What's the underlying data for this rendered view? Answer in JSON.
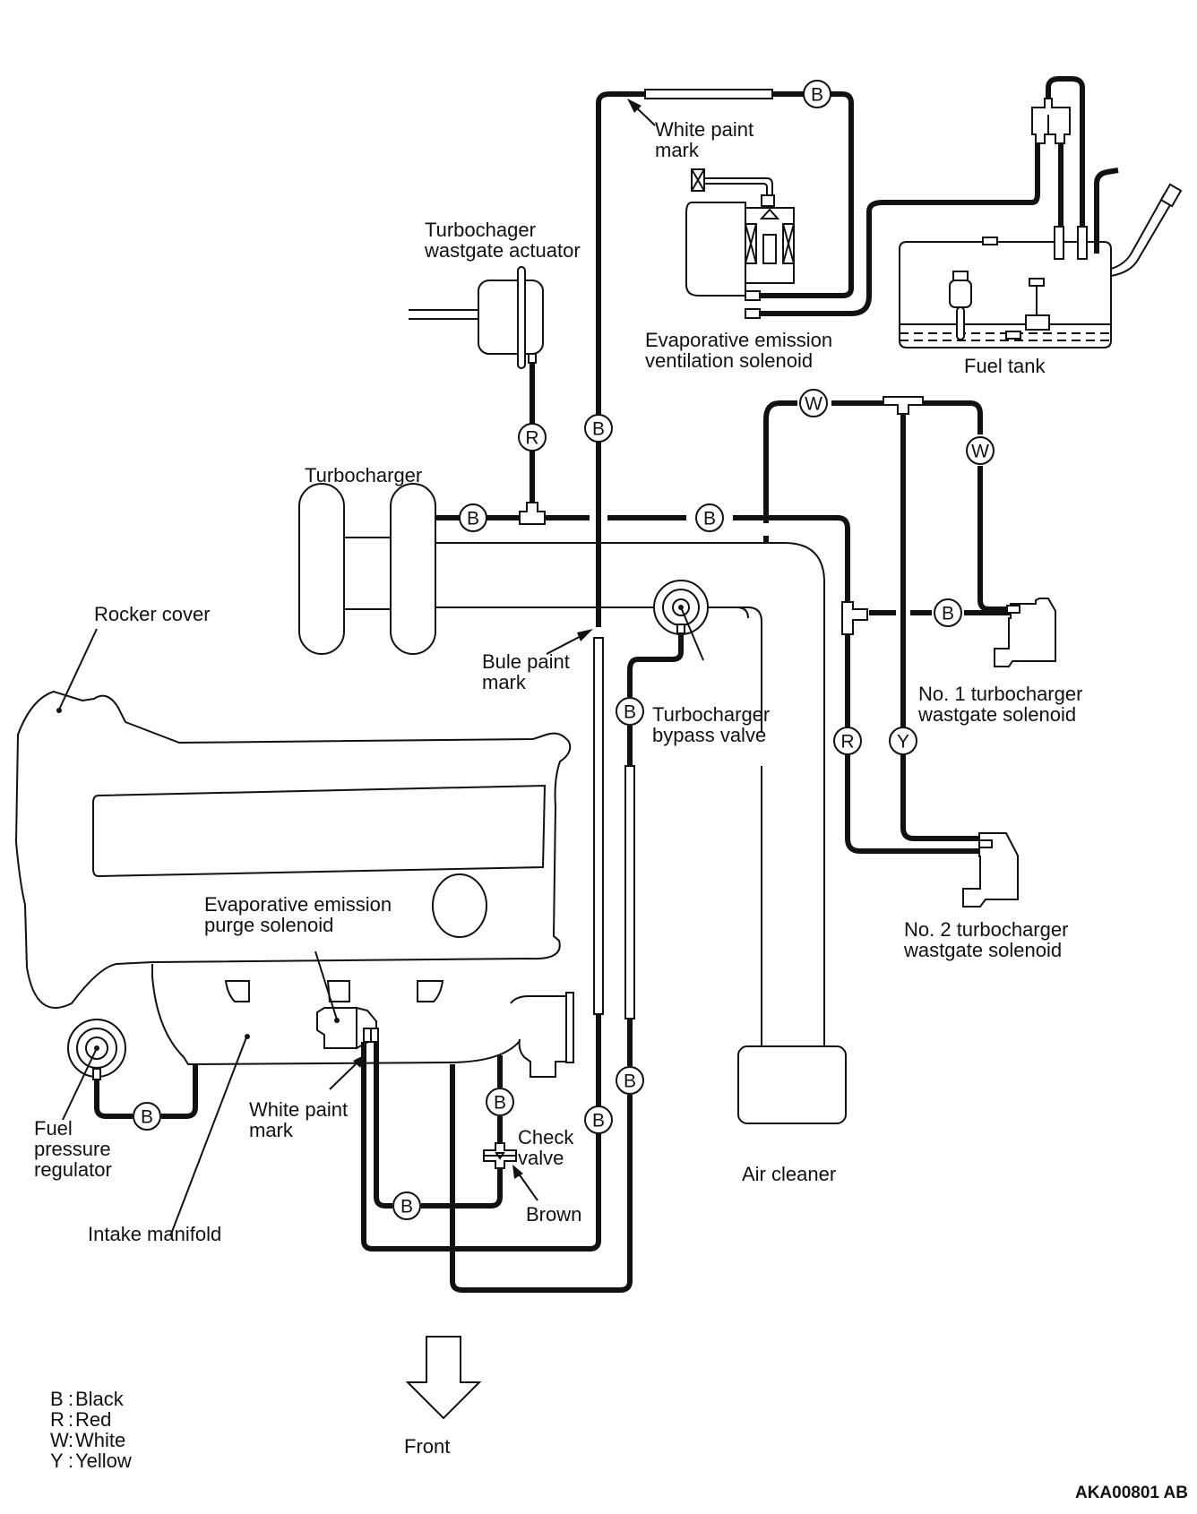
{
  "diagram": {
    "type": "vacuum hose routing diagram",
    "figure_code": "AKA00801 AB",
    "labels": {
      "white_paint_mark_top": [
        "White paint",
        "mark"
      ],
      "turbo_wastegate_actuator": [
        "Turbochager",
        "wastgate actuator"
      ],
      "evap_ventilation_solenoid": [
        "Evaporative emission",
        "ventilation solenoid"
      ],
      "fuel_tank": [
        "Fuel tank"
      ],
      "turbocharger": [
        "Turbocharger"
      ],
      "rocker_cover": [
        "Rocker cover"
      ],
      "blue_paint_mark": [
        "Bule paint",
        "mark"
      ],
      "turbo_bypass_valve": [
        "Turbocharger",
        "bypass valve"
      ],
      "no1_wastegate_solenoid": [
        "No. 1 turbocharger",
        "wastgate solenoid"
      ],
      "no2_wastegate_solenoid": [
        "No. 2 turbocharger",
        "wastgate solenoid"
      ],
      "evap_purge_solenoid": [
        "Evaporative emission",
        "purge solenoid"
      ],
      "fuel_pressure_regulator": [
        "Fuel",
        "pressure",
        "regulator"
      ],
      "white_paint_mark_bottom": [
        "White paint",
        "mark"
      ],
      "check_valve": [
        "Check",
        "valve"
      ],
      "brown": [
        "Brown"
      ],
      "intake_manifold": [
        "Intake manifold"
      ],
      "air_cleaner": [
        "Air cleaner"
      ],
      "front": [
        "Front"
      ]
    },
    "hose_color_tags": {
      "top_line": "B",
      "actuator_line": "R",
      "main_vertical": "B",
      "turbo_left": "B",
      "turbo_right": "B",
      "w_top": "W",
      "w_right": "W",
      "no1_b": "B",
      "r_vertical": "R",
      "y_vertical": "Y",
      "bypass_b": "B",
      "fpr_b": "B",
      "check_upper_b": "B",
      "main_lower_b": "B",
      "right_lower_b": "B",
      "purge_b": "B"
    },
    "legend": [
      {
        "code": "B",
        "sep": ":",
        "meaning": "Black"
      },
      {
        "code": "R",
        "sep": ":",
        "meaning": "Red"
      },
      {
        "code": "W",
        "sep": ":",
        "meaning": "White"
      },
      {
        "code": "Y",
        "sep": ":",
        "meaning": "Yellow"
      }
    ],
    "colors": {
      "line": "#111111",
      "background": "#ffffff"
    }
  }
}
